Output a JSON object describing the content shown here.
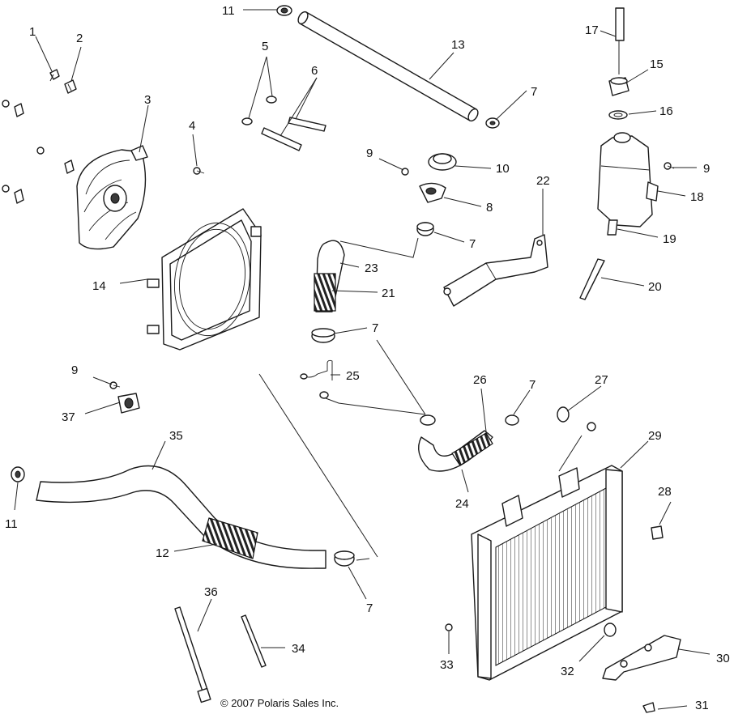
{
  "callouts": {
    "c1": "1",
    "c2": "2",
    "c3": "3",
    "c4": "4",
    "c5": "5",
    "c6": "6",
    "c7a": "7",
    "c7b": "7",
    "c7c": "7",
    "c7d": "7",
    "c7e": "7",
    "c8": "8",
    "c9a": "9",
    "c9b": "9",
    "c9c": "9",
    "c10": "10",
    "c11a": "11",
    "c11b": "11",
    "c12": "12",
    "c13": "13",
    "c14": "14",
    "c15": "15",
    "c16": "16",
    "c17": "17",
    "c18": "18",
    "c19": "19",
    "c20": "20",
    "c21": "21",
    "c22": "22",
    "c23": "23",
    "c24": "24",
    "c25": "25",
    "c26": "26",
    "c27": "27",
    "c28": "28",
    "c29": "29",
    "c30": "30",
    "c31": "31",
    "c32": "32",
    "c33": "33",
    "c34": "34",
    "c35": "35",
    "c36": "36",
    "c37": "37"
  },
  "copyright": "© 2007 Polaris Sales Inc."
}
